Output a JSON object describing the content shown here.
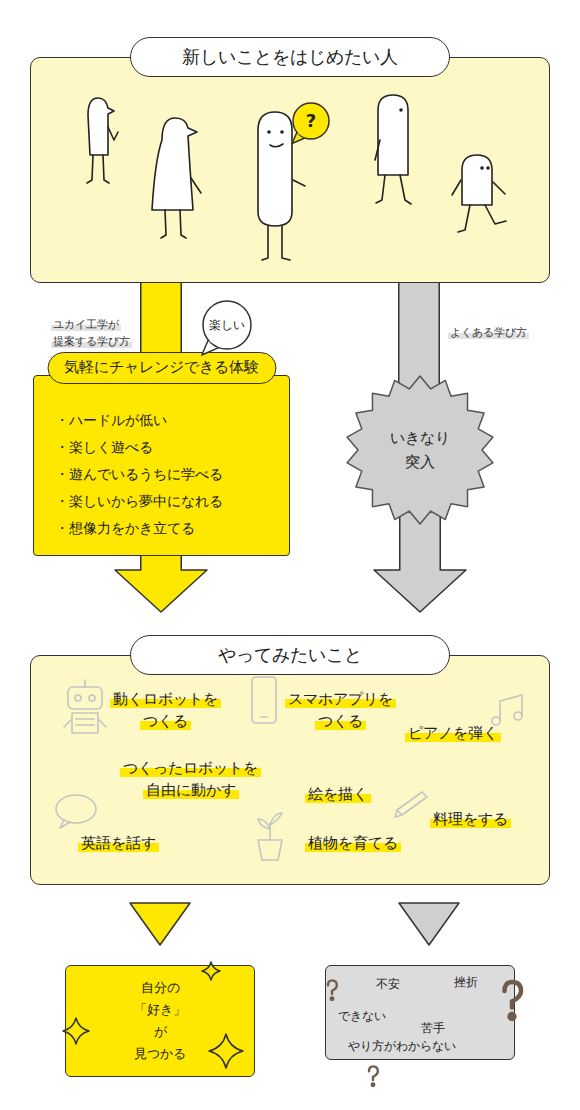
{
  "diagram": {
    "nodes": [
      {
        "text": [
          "新しいことをはじめたい人"
        ]
      },
      {
        "text": [
          "?"
        ],
        "in": 0
      },
      {
        "text": [
          "気軽にチャレンジできる体験",
          "・ハードルが低い",
          "・楽しく遊べる",
          "・遊んでいるうちに学べる",
          "・楽しいから夢中になれる",
          "・想像力をかき立てる"
        ]
      },
      {
        "text": [
          "楽しい"
        ]
      },
      {
        "text": [
          "いきなり 突入"
        ]
      },
      {
        "text": [
          "やってみたいこと",
          "動くロボットを つくる",
          "スマホアプリを つくる",
          "ピアノを弾く",
          "つくったロボットを 自由に動かす",
          "絵を描く",
          "料理をする",
          "英語を話す",
          "植物を育てる"
        ]
      },
      {
        "text": [
          "自分の「好き」が 見つかる"
        ]
      },
      {
        "text": [
          "不安",
          "挫折",
          "できない",
          "苦手",
          "やり方がわからない"
        ]
      }
    ],
    "edges": [
      {
        "from": 0,
        "to": 2,
        "arrow": "none",
        "label": "ユカイ工学が 提案する学び方"
      },
      {
        "from": 0,
        "to": 4,
        "arrow": "none",
        "label": "よくある学び方"
      },
      {
        "from": 2,
        "to": 5,
        "arrow": "to"
      },
      {
        "from": 4,
        "to": 5,
        "arrow": "to"
      },
      {
        "from": 5,
        "to": 6,
        "arrow": "to"
      },
      {
        "from": 5,
        "to": 7,
        "arrow": "to"
      }
    ]
  }
}
